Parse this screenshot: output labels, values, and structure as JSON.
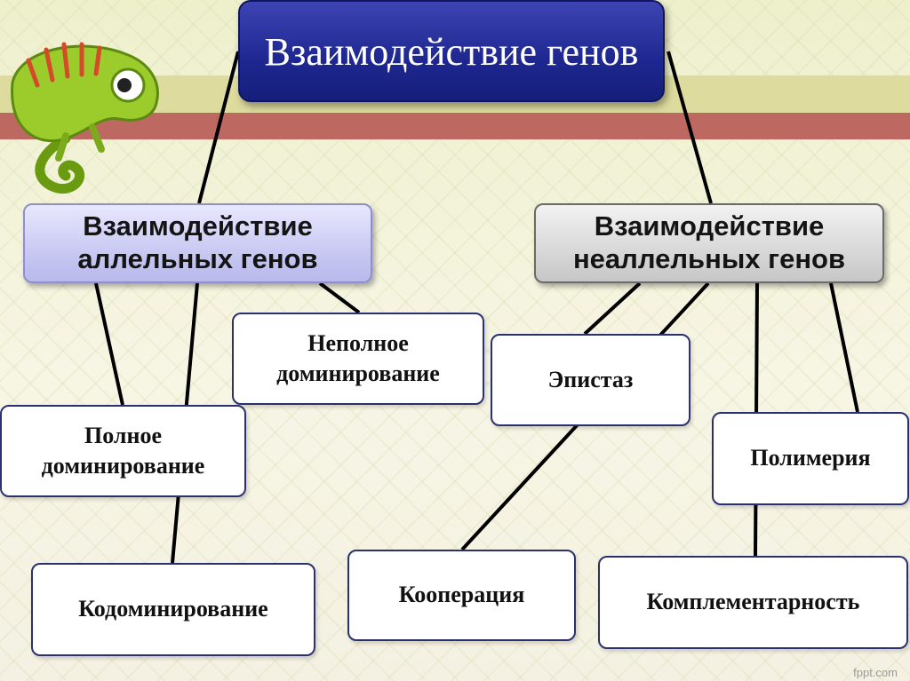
{
  "title": "Взаимодействие генов",
  "categories": {
    "allelic": "Взаимодействие аллельных генов",
    "nonallelic": "Взаимодействие неаллельных генов"
  },
  "allelic_types": {
    "complete": "Полное доминирование",
    "incomplete": "Неполное доминирование",
    "codominance": "Кодоминирование"
  },
  "nonallelic_types": {
    "epistasis": "Эпистаз",
    "cooperation": "Кооперация",
    "polymery": "Полимерия",
    "complementarity": "Комплементарность"
  },
  "watermark": "fppt.com",
  "colors": {
    "title_bg": "#1e2790",
    "allelic_bg": "#c9c9f3",
    "nonallelic_bg": "#d8d8d8",
    "band_green": "#dedb9f",
    "band_red": "#bd6861"
  },
  "icons": [
    "chameleon-icon"
  ]
}
